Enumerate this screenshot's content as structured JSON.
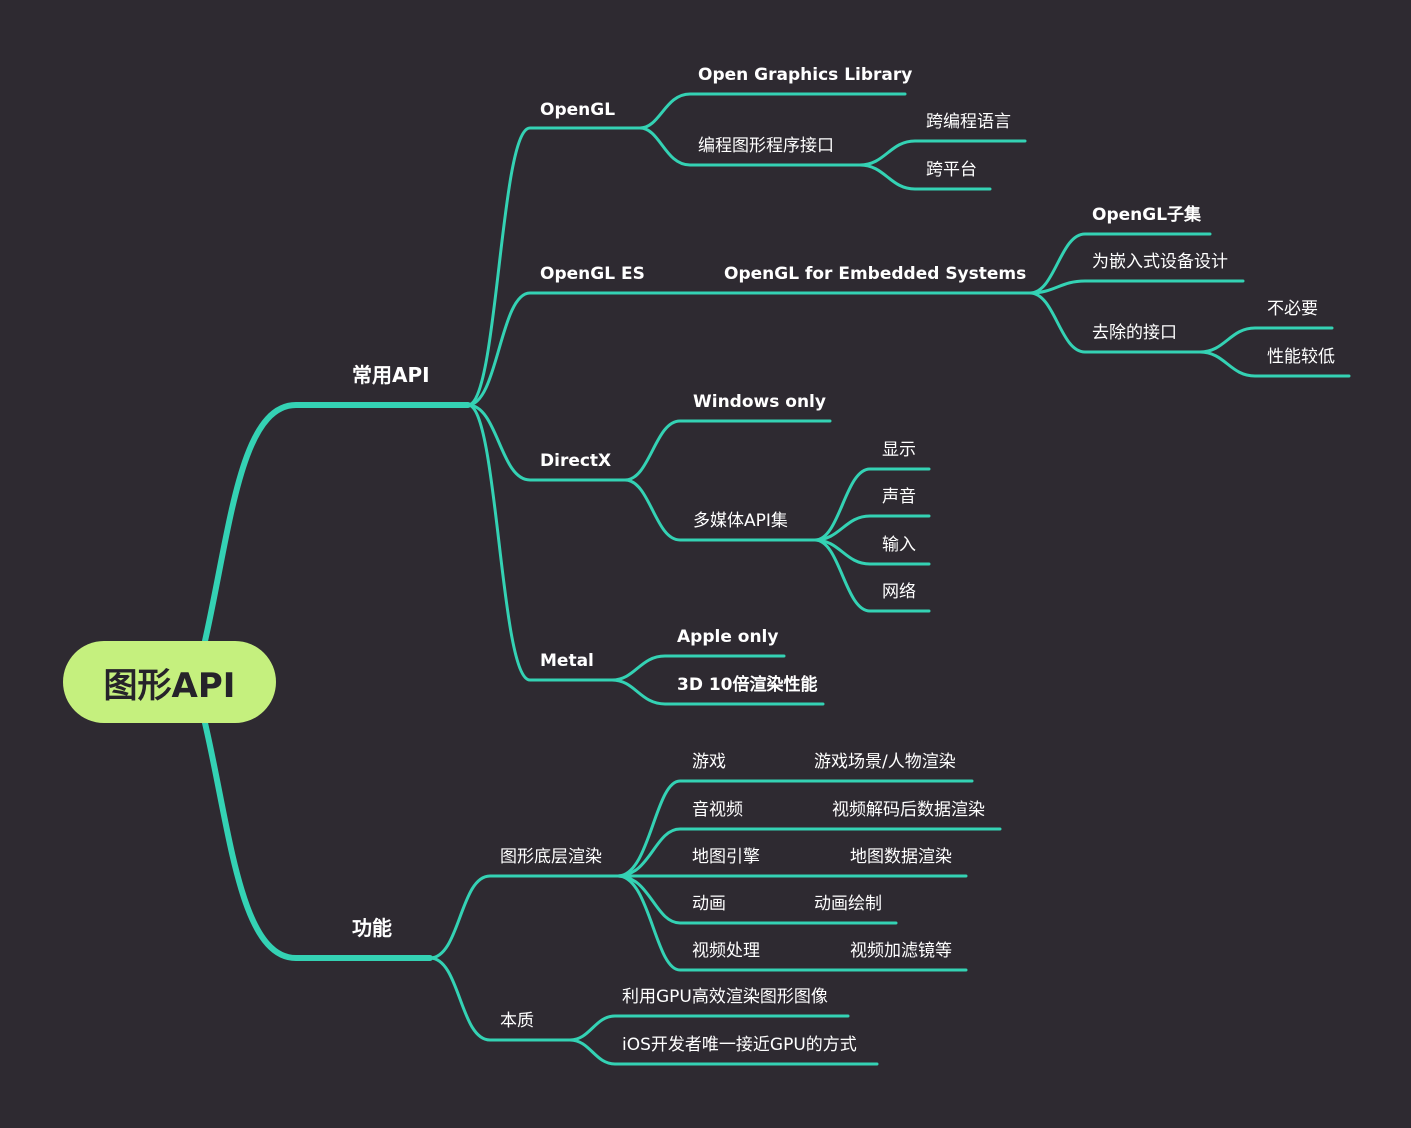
{
  "root": "图形API",
  "branches": {
    "common": {
      "label": "常用API",
      "opengl": {
        "label": "OpenGL",
        "full_name": "Open Graphics Library",
        "interface": {
          "label": "编程图形程序接口",
          "cross_language": "跨编程语言",
          "cross_platform": "跨平台"
        }
      },
      "opengles": {
        "label": "OpenGL ES",
        "full_name": "OpenGL for Embedded Systems",
        "subset": "OpenGL子集",
        "embedded": "为嵌入式设备设计",
        "removed": {
          "label": "去除的接口",
          "unnecessary": "不必要",
          "low_perf": "性能较低"
        }
      },
      "directx": {
        "label": "DirectX",
        "windows_only": "Windows only",
        "multimedia": {
          "label": "多媒体API集",
          "display": "显示",
          "sound": "声音",
          "input": "输入",
          "network": "网络"
        }
      },
      "metal": {
        "label": "Metal",
        "apple_only": "Apple only",
        "perf": "3D 10倍渲染性能"
      }
    },
    "function": {
      "label": "功能",
      "rendering": {
        "label": "图形底层渲染",
        "game": {
          "label": "游戏",
          "desc": "游戏场景/人物渲染"
        },
        "av": {
          "label": "音视频",
          "desc": "视频解码后数据渲染"
        },
        "map": {
          "label": "地图引擎",
          "desc": "地图数据渲染"
        },
        "animation": {
          "label": "动画",
          "desc": "动画绘制"
        },
        "video": {
          "label": "视频处理",
          "desc": "视频加滤镜等"
        }
      },
      "essence": {
        "label": "本质",
        "gpu_render": "利用GPU高效渲染图形图像",
        "ios_gpu": "iOS开发者唯一接近GPU的方式"
      }
    }
  },
  "colors": {
    "background": "#2e2a31",
    "line": "#34d2b4",
    "root_fill": "#c5f07e",
    "root_text": "#26232a",
    "text": "#ffffff"
  }
}
